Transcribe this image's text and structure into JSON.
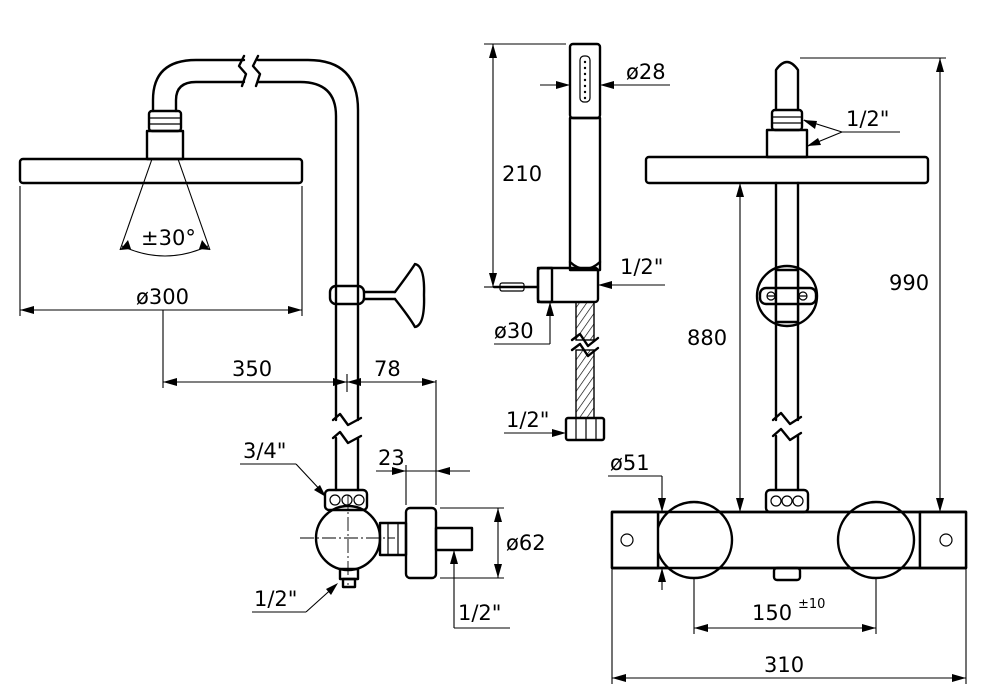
{
  "left_view": {
    "head_diameter": "ø300",
    "spray_angle": "±30°",
    "arm_reach": "350",
    "wall_offset": "78",
    "inlet_offset": "23",
    "inlet_top_thread": "3/4\"",
    "inlet_bottom_thread": "1/2\"",
    "outlet_thread": "1/2\"",
    "body_diameter": "ø62"
  },
  "middle_view": {
    "handshower_diameter": "ø28",
    "handshower_length": "210",
    "holder_thread": "1/2\"",
    "holder_diameter": "ø30",
    "hose_thread": "1/2\""
  },
  "right_view": {
    "head_thread": "1/2\"",
    "total_height": "990",
    "bar_height": "880",
    "knob_diameter": "ø51",
    "centers": "150",
    "centers_tolerance": "±10",
    "overall_width": "310"
  }
}
